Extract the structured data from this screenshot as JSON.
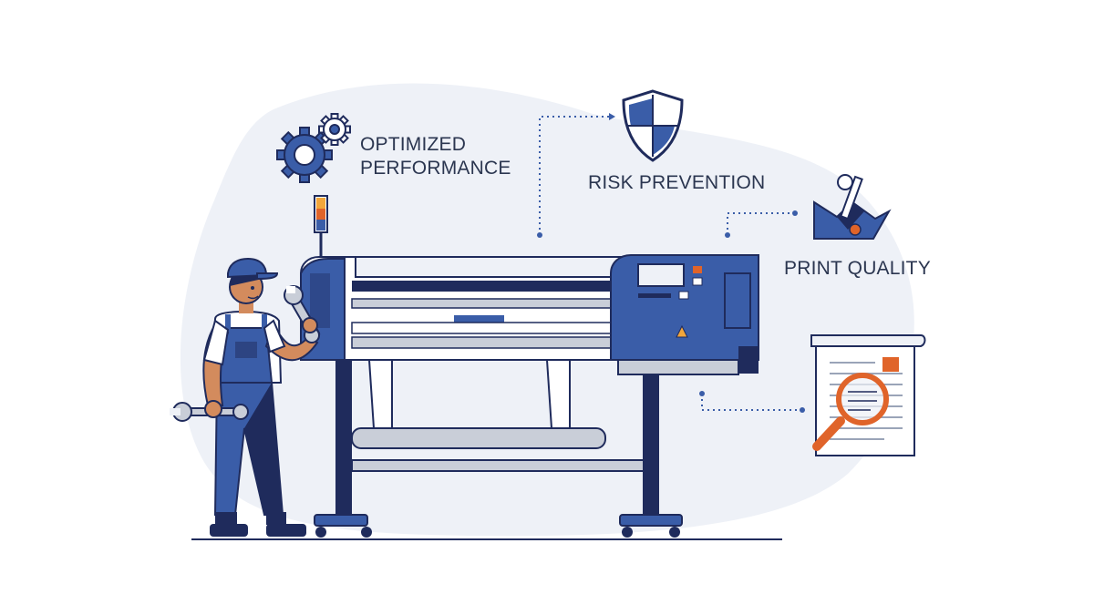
{
  "features": {
    "optimized_line1": "OPTIMIZED",
    "optimized_line2": "PERFORMANCE",
    "risk": "RISK PREVENTION",
    "print_quality": "PRINT QUALITY"
  },
  "colors": {
    "navy": "#1f2b5c",
    "blue": "#3a5da8",
    "light_blue_bg": "#eef1f7",
    "orange": "#e0642a",
    "gray": "#c9ced8",
    "text": "#2b3650"
  },
  "icons": [
    "gears-icon",
    "shield-icon",
    "print-tool-icon",
    "document-magnifier-icon",
    "wrench-icon",
    "status-light-icon"
  ]
}
